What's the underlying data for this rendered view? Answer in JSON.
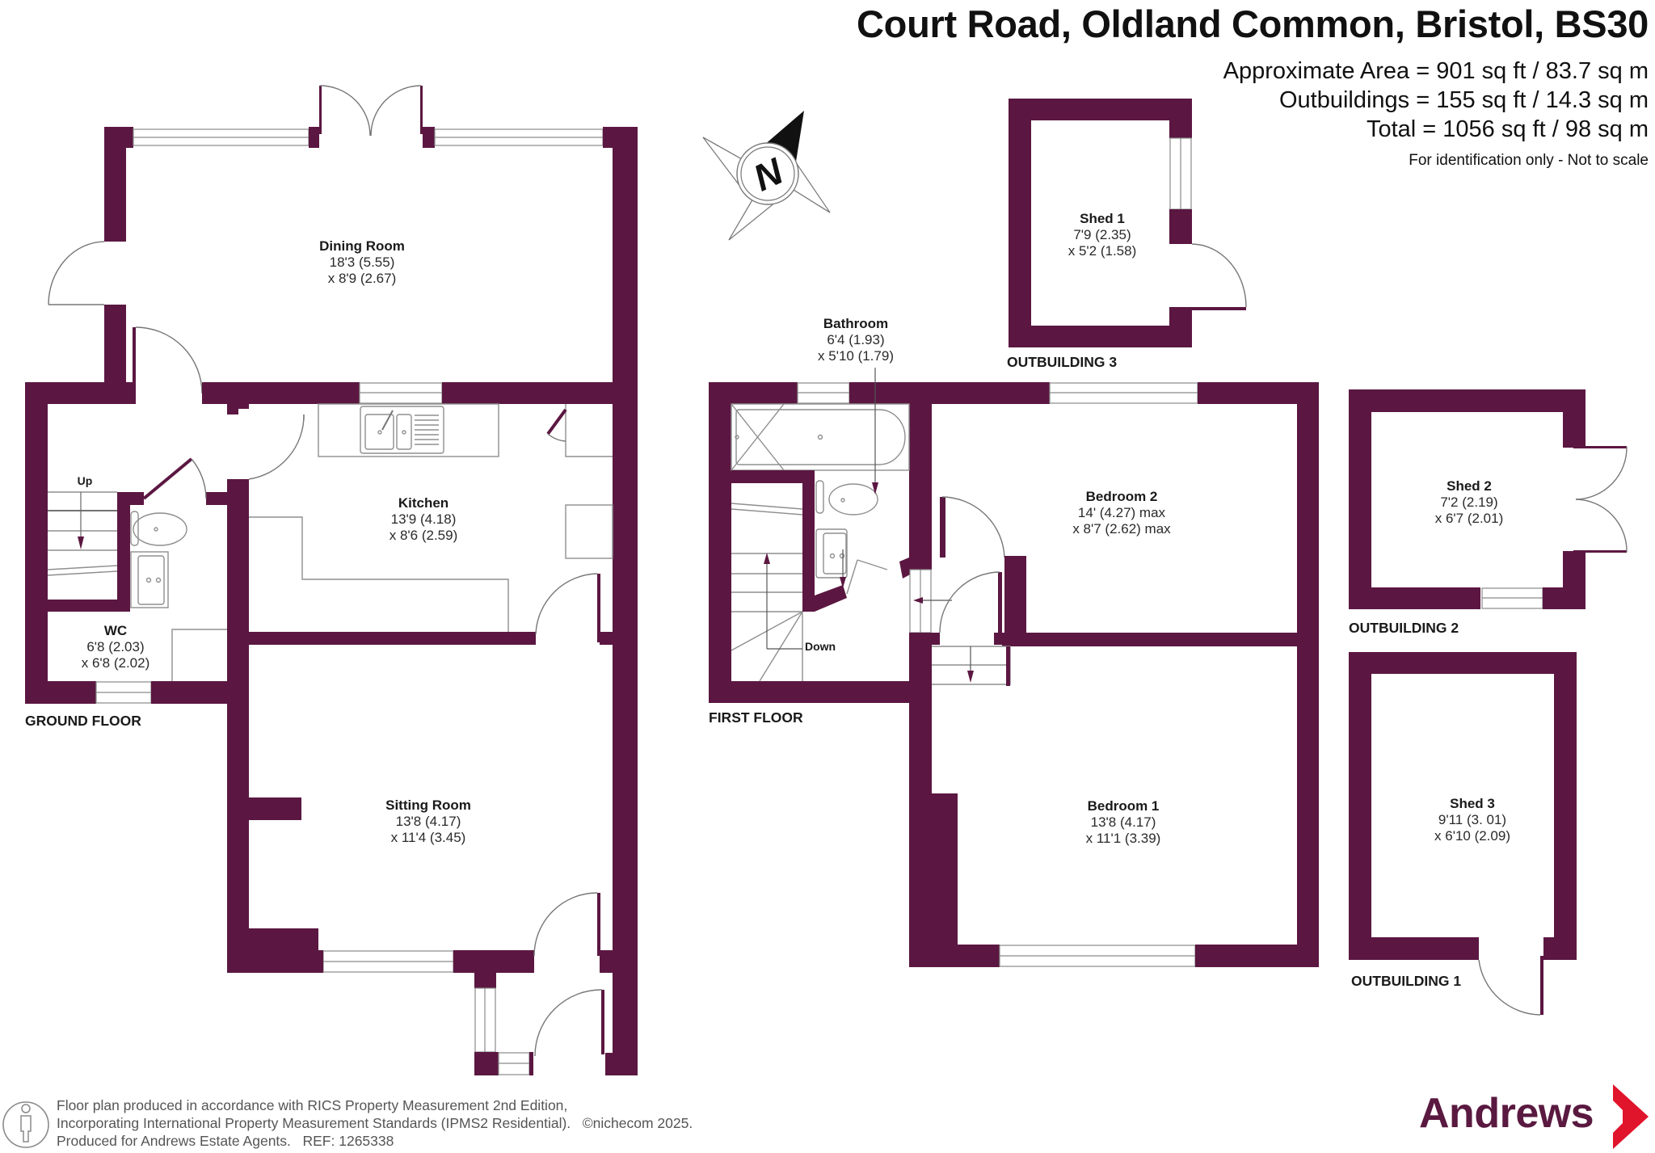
{
  "header": {
    "title": "Court Road, Oldland Common, Bristol, BS30",
    "approx_area": "Approximate Area = 901 sq ft / 83.7 sq m",
    "outbuildings_area": "Outbuildings = 155 sq ft / 14.3 sq m",
    "total_area": "Total = 1056 sq ft / 98 sq m",
    "disclaimer": "For identification only - Not to scale"
  },
  "compass": {
    "label": "N"
  },
  "ground_floor": {
    "label": "GROUND FLOOR",
    "stairs_label": "Up",
    "rooms": {
      "dining": {
        "name": "Dining Room",
        "dim1": "18'3 (5.55)",
        "dim2": "x 8'9 (2.67)"
      },
      "kitchen": {
        "name": "Kitchen",
        "dim1": "13'9 (4.18)",
        "dim2": "x 8'6 (2.59)"
      },
      "wc": {
        "name": "WC",
        "dim1": "6'8 (2.03)",
        "dim2": "x 6'8 (2.02)"
      },
      "sitting": {
        "name": "Sitting Room",
        "dim1": "13'8 (4.17)",
        "dim2": "x 11'4 (3.45)"
      }
    }
  },
  "first_floor": {
    "label": "FIRST FLOOR",
    "stairs_label": "Down",
    "rooms": {
      "bathroom": {
        "name": "Bathroom",
        "dim1": "6'4 (1.93)",
        "dim2": "x 5'10 (1.79)"
      },
      "bedroom2": {
        "name": "Bedroom 2",
        "dim1": "14' (4.27) max",
        "dim2": "x 8'7 (2.62) max"
      },
      "bedroom1": {
        "name": "Bedroom 1",
        "dim1": "13'8 (4.17)",
        "dim2": "x 11'1 (3.39)"
      }
    }
  },
  "outbuildings": {
    "outbuilding3": {
      "label": "OUTBUILDING 3",
      "name": "Shed 1",
      "dim1": "7'9 (2.35)",
      "dim2": "x 5'2 (1.58)"
    },
    "outbuilding2": {
      "label": "OUTBUILDING 2",
      "name": "Shed 2",
      "dim1": "7'2 (2.19)",
      "dim2": "x 6'7 (2.01)"
    },
    "outbuilding1": {
      "label": "OUTBUILDING 1",
      "name": "Shed 3",
      "dim1": "9'11 (3. 01)",
      "dim2": "x 6'10 (2.09)"
    }
  },
  "footer": {
    "line1": "Floor plan produced in accordance with RICS Property Measurement 2nd Edition,",
    "line2": "Incorporating International Property Measurement Standards (IPMS2 Residential).",
    "copyright": "©nichecom 2025.",
    "line3": "Produced for Andrews Estate Agents.",
    "ref": "REF: 1265338"
  },
  "brand": {
    "name": "Andrews",
    "text_color": "#5a1940",
    "accent_color": "#e0142b"
  },
  "colors": {
    "wall": "#5b1741"
  }
}
